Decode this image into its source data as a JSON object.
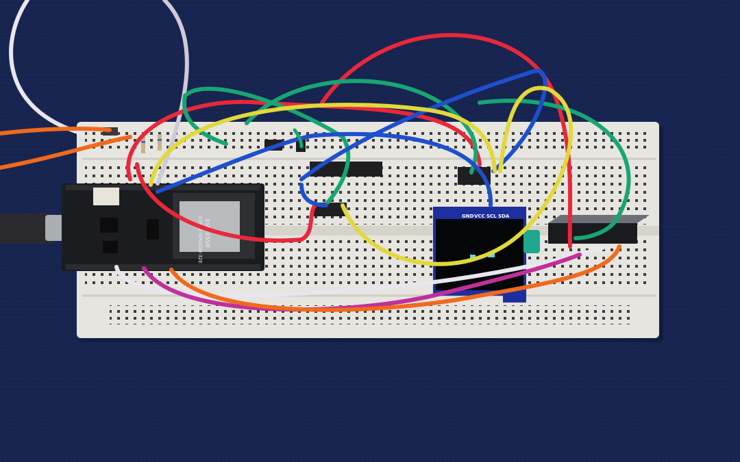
{
  "module": {
    "brand": "ESPRESSIF",
    "model": "ESP32-WROOM-32E"
  },
  "oled": {
    "pins": [
      "GND",
      "VCC",
      "SCL",
      "SDA"
    ]
  },
  "colors": {
    "fabric": "#17244f",
    "breadboard": "#e7e5df",
    "oled_glow": "#5fd3ee",
    "wire_red": "#e8283a",
    "wire_green": "#17a673",
    "wire_blue": "#1e4fcf",
    "wire_yellow": "#e2d83a",
    "wire_orange": "#f06a1e",
    "wire_white": "#e8e6ee",
    "wire_magenta": "#c0309a"
  }
}
